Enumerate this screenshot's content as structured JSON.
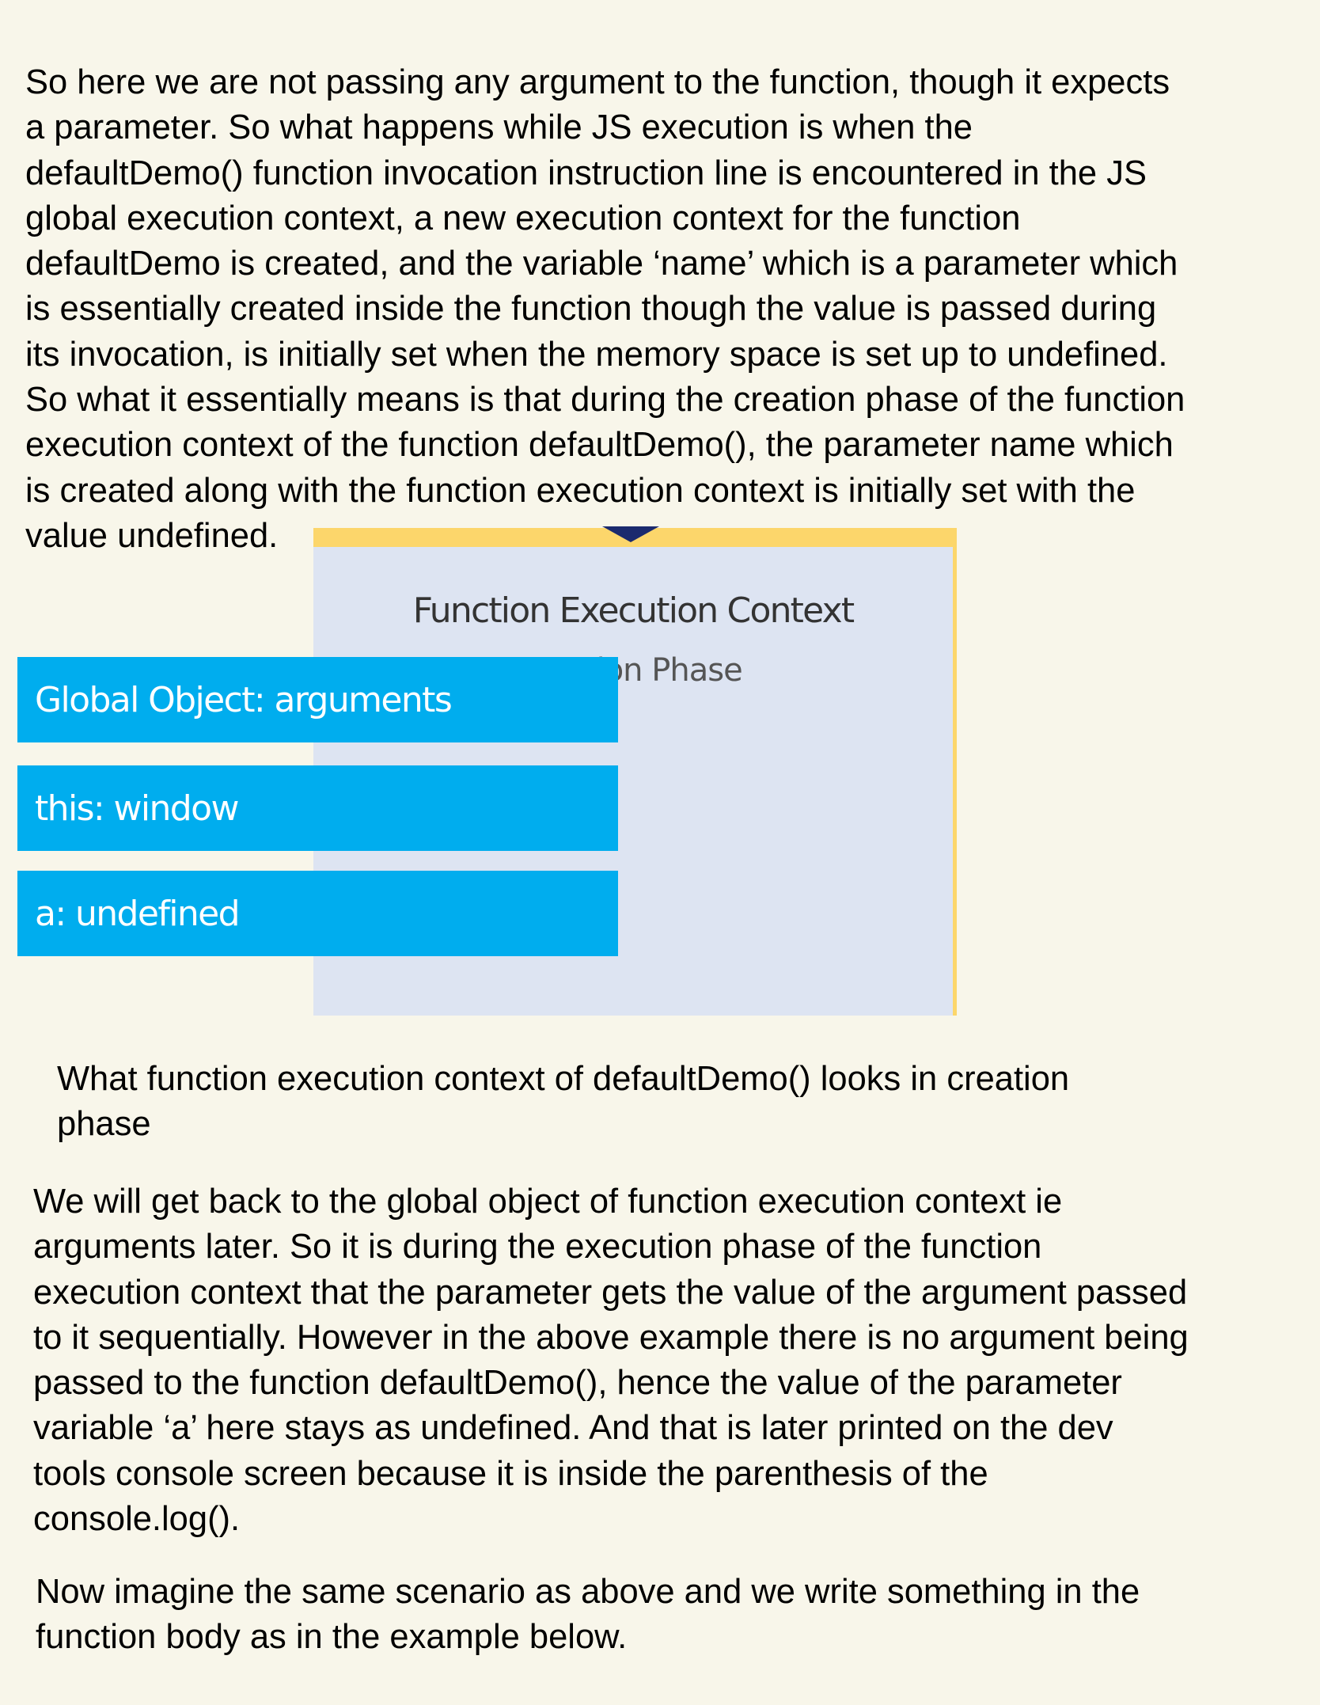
{
  "paragraphs": [
    "So here we are not passing any argument to the function, though it expects\na parameter. So what happens while JS execution is when the\ndefaultDemo() function invocation instruction line is encountered in the JS\nglobal execution context, a new execution context for the function\ndefaultDemo is created, and the variable ‘name’ which is a parameter which\nis essentially created inside the function though the value is passed during\nits invocation, is initially set when the memory space is set up to undefined.\nSo what it essentially means is that during the creation phase of the function\nexecution context of the function defaultDemo(), the parameter name which\nis created along with the function execution context is initially set with the\nvalue undefined.",
    "We will get back to the global object of function execution context ie\narguments later. So it is during the execution phase of the function\nexecution context that the parameter gets the value of the argument passed\nto it sequentially. However in the above example there is no argument being\npassed to the function defaultDemo(), hence the value of the parameter\nvariable ‘a’ here stays as undefined. And that is later printed on the dev\ntools console screen because it is inside the parenthesis of the\nconsole.log().",
    "Now imagine the same scenario as above and we write something in the\nfunction body as in the example below."
  ],
  "figure": {
    "title": "Function Execution Context",
    "subtitle": "Creation Phase",
    "items": [
      "Global Object: arguments",
      "this: window",
      "a: undefined"
    ],
    "caption": "What function execution context of defaultDemo() looks in creation\nphase",
    "colors": {
      "background": "#dde4f2",
      "frame": "#fcd66b",
      "box": "#00adee",
      "arrow": "#1b2a6e"
    }
  }
}
